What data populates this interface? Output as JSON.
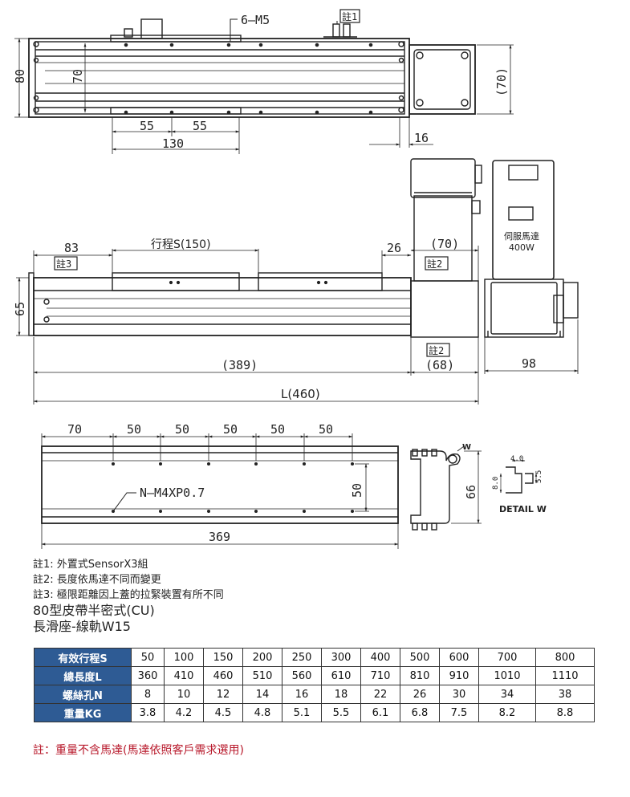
{
  "top_view": {
    "hole_callout": "6–M5",
    "note1_tag": "註1",
    "height_80": "80",
    "height_70": "70",
    "motor_height": "(70)",
    "pitch_a": "55",
    "pitch_b": "55",
    "span": "130",
    "offset_16": "16"
  },
  "side_view": {
    "dim_83": "83",
    "stroke": "行程S(150)",
    "dim_26": "26",
    "dim_70p": "(70)",
    "note3_tag": "註3",
    "note2_tag": "註2",
    "note2_tag_b": "註2",
    "height_65": "65",
    "dim_389": "(389)",
    "dim_68": "(68)",
    "total": "L(460)",
    "servo_label": "伺服馬達",
    "servo_power": "400W",
    "width_98": "98"
  },
  "bottom_view": {
    "pitches": [
      "70",
      "50",
      "50",
      "50",
      "50",
      "50"
    ],
    "hole_callout": "N–M4XP0.7",
    "width_50": "50",
    "length": "369",
    "profile_w": "W",
    "profile_66": "66",
    "detail_40": "4.0",
    "detail_80": "8.0",
    "detail_55": "5.5",
    "detail_title": "DETAIL W"
  },
  "notes": [
    "註1: 外置式SensorX3組",
    "註2: 長度依馬達不同而變更",
    "註3: 極限距離因上蓋的拉緊裝置有所不同"
  ],
  "model_title": "80型皮帶半密式(CU)",
  "model_subtitle": "長滑座-線軌W15",
  "spec_table": {
    "rows": [
      {
        "label": "有效行程S",
        "values": [
          "50",
          "100",
          "150",
          "200",
          "250",
          "300",
          "400",
          "500",
          "600",
          "700",
          "800"
        ]
      },
      {
        "label": "總長度L",
        "values": [
          "360",
          "410",
          "460",
          "510",
          "560",
          "610",
          "710",
          "810",
          "910",
          "1010",
          "1110"
        ]
      },
      {
        "label": "螺絲孔N",
        "values": [
          "8",
          "10",
          "12",
          "14",
          "16",
          "18",
          "22",
          "26",
          "30",
          "34",
          "38"
        ]
      },
      {
        "label": "重量KG",
        "values": [
          "3.8",
          "4.2",
          "4.5",
          "4.8",
          "5.1",
          "5.5",
          "6.1",
          "6.8",
          "7.5",
          "8.2",
          "8.8"
        ]
      }
    ]
  },
  "footnote": "註：重量不含馬達(馬達依照客戶需求選用)",
  "colors": {
    "header_bg": "#2e5b94",
    "footnote": "#b8192b",
    "line": "#222222"
  }
}
